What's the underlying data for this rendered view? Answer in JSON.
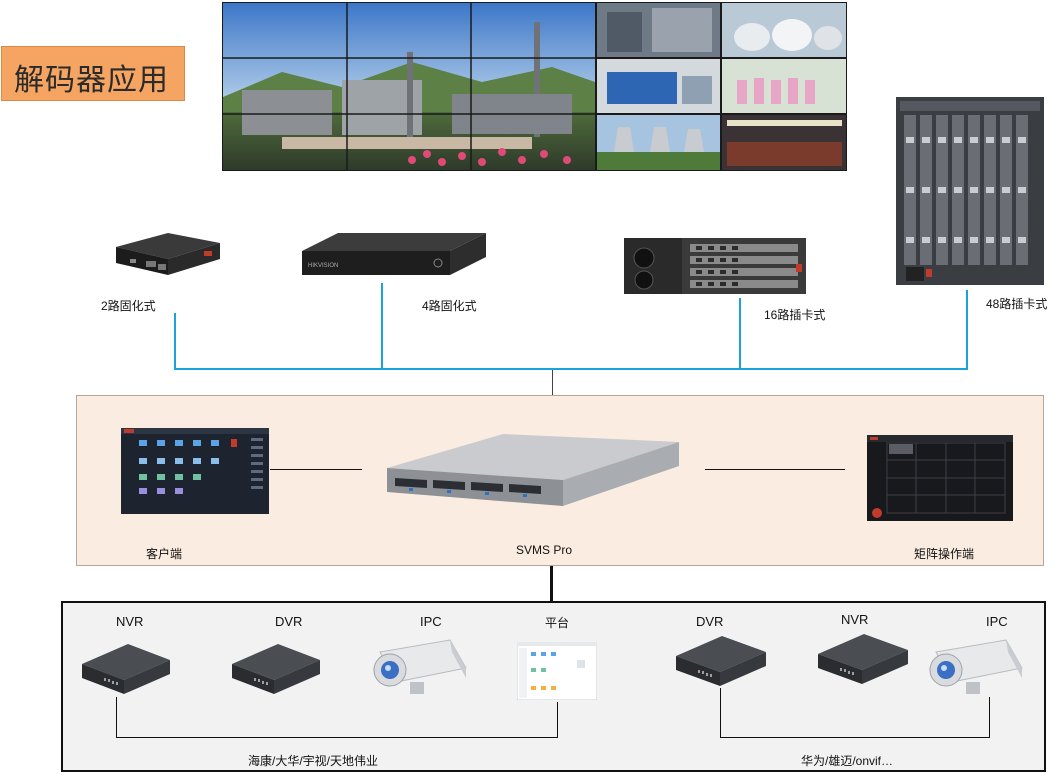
{
  "title": "解码器应用",
  "decoders": [
    {
      "label": "2路固化式"
    },
    {
      "label": "4路固化式"
    },
    {
      "label": "16路插卡式"
    },
    {
      "label": "48路插卡式"
    }
  ],
  "server_group": {
    "client_label": "客户端",
    "server_label": "SVMS Pro",
    "matrix_label": "矩阵操作端"
  },
  "sources_left": {
    "devices": [
      {
        "label": "NVR"
      },
      {
        "label": "DVR"
      },
      {
        "label": "IPC"
      },
      {
        "label": "平台"
      }
    ],
    "vendors": "海康/大华/宇视/天地伟业"
  },
  "sources_right": {
    "devices": [
      {
        "label": "DVR"
      },
      {
        "label": "NVR"
      },
      {
        "label": "IPC"
      }
    ],
    "vendors": "华为/雄迈/onvif…"
  },
  "colors": {
    "title_bg": "#f5a461",
    "bus_line": "#19a2dc",
    "server_panel_bg": "#fbece1",
    "source_panel_bg": "#f2f2f2"
  }
}
